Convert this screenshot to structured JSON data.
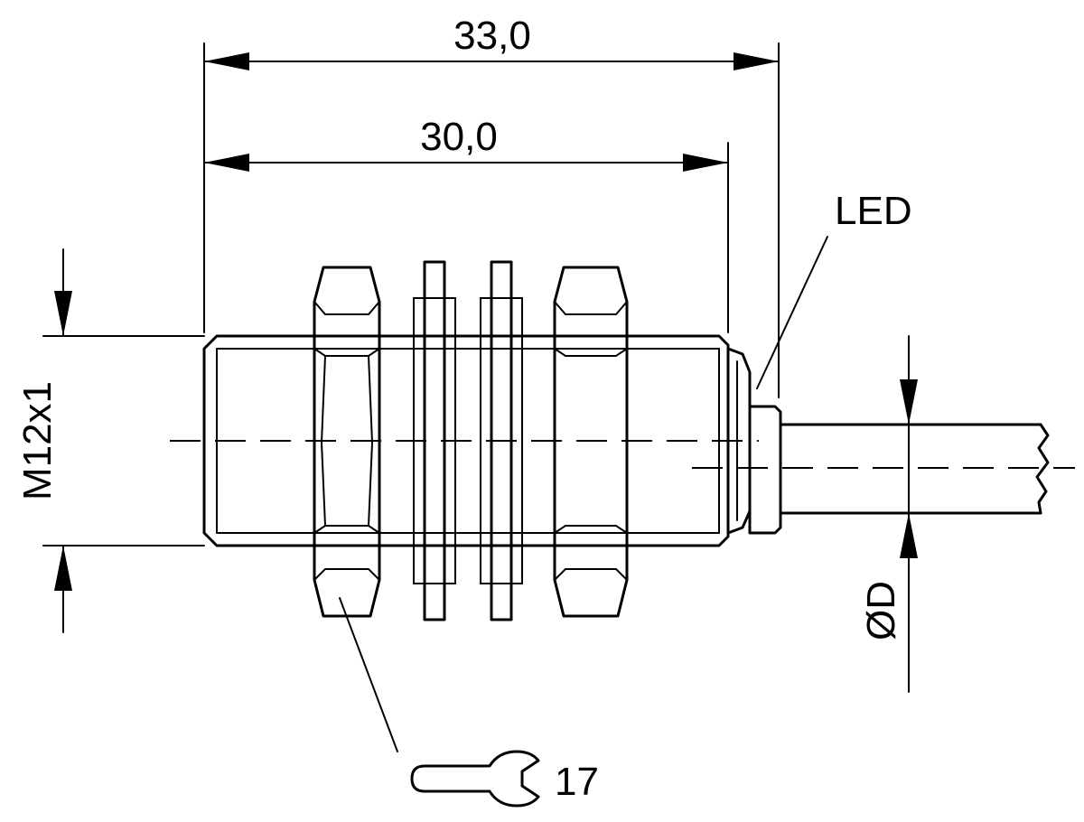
{
  "dimensions": {
    "overall_length": "33,0",
    "housing_length": "30,0",
    "thread": "M12x1",
    "cable_diameter": "ØD"
  },
  "callouts": {
    "led": "LED",
    "wrench_size": "17"
  },
  "icons": {
    "wrench": "open-end-wrench-icon"
  },
  "colors": {
    "line": "#000000",
    "background": "#ffffff"
  }
}
